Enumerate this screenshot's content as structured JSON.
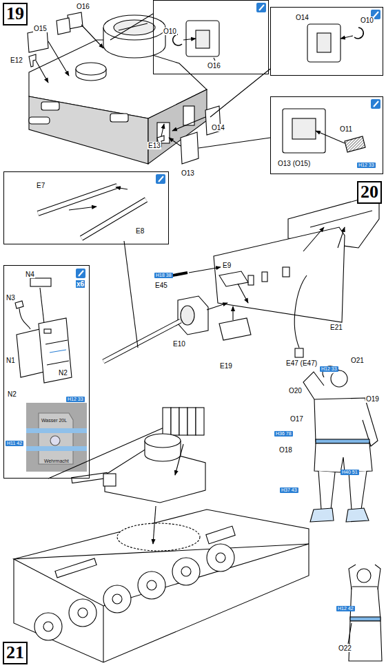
{
  "diagram": {
    "nodes": [
      {
        "text": [
          "19"
        ]
      },
      {
        "text": [
          "O10",
          "O16"
        ]
      },
      {
        "text": [
          "O14",
          "O10"
        ]
      },
      {
        "text": [
          "O13 (O15)",
          "O11"
        ]
      },
      {
        "text": [
          "20"
        ]
      },
      {
        "text": [
          "E7",
          "E8"
        ]
      },
      {
        "text": [
          "N4",
          "N3",
          "N1",
          "N2",
          "x6"
        ]
      },
      {
        "text": [
          "N2",
          "Wasser 20L",
          "Wehrmacht"
        ],
        "in": 6
      },
      {
        "text": [
          "21"
        ]
      }
    ],
    "labels": [
      "O15",
      "O16",
      "E12",
      "E13",
      "O14",
      "O13",
      "H12 33",
      "H18 38",
      "E45",
      "E9",
      "E10",
      "E19",
      "E21",
      "E47 (E47)",
      "O21",
      "H12 33",
      "O20",
      "O19",
      "O17",
      "H36 78",
      "O18",
      "H40 51",
      "H37 43",
      "H12 42",
      "O22",
      "H12 33",
      "H11 42"
    ]
  }
}
